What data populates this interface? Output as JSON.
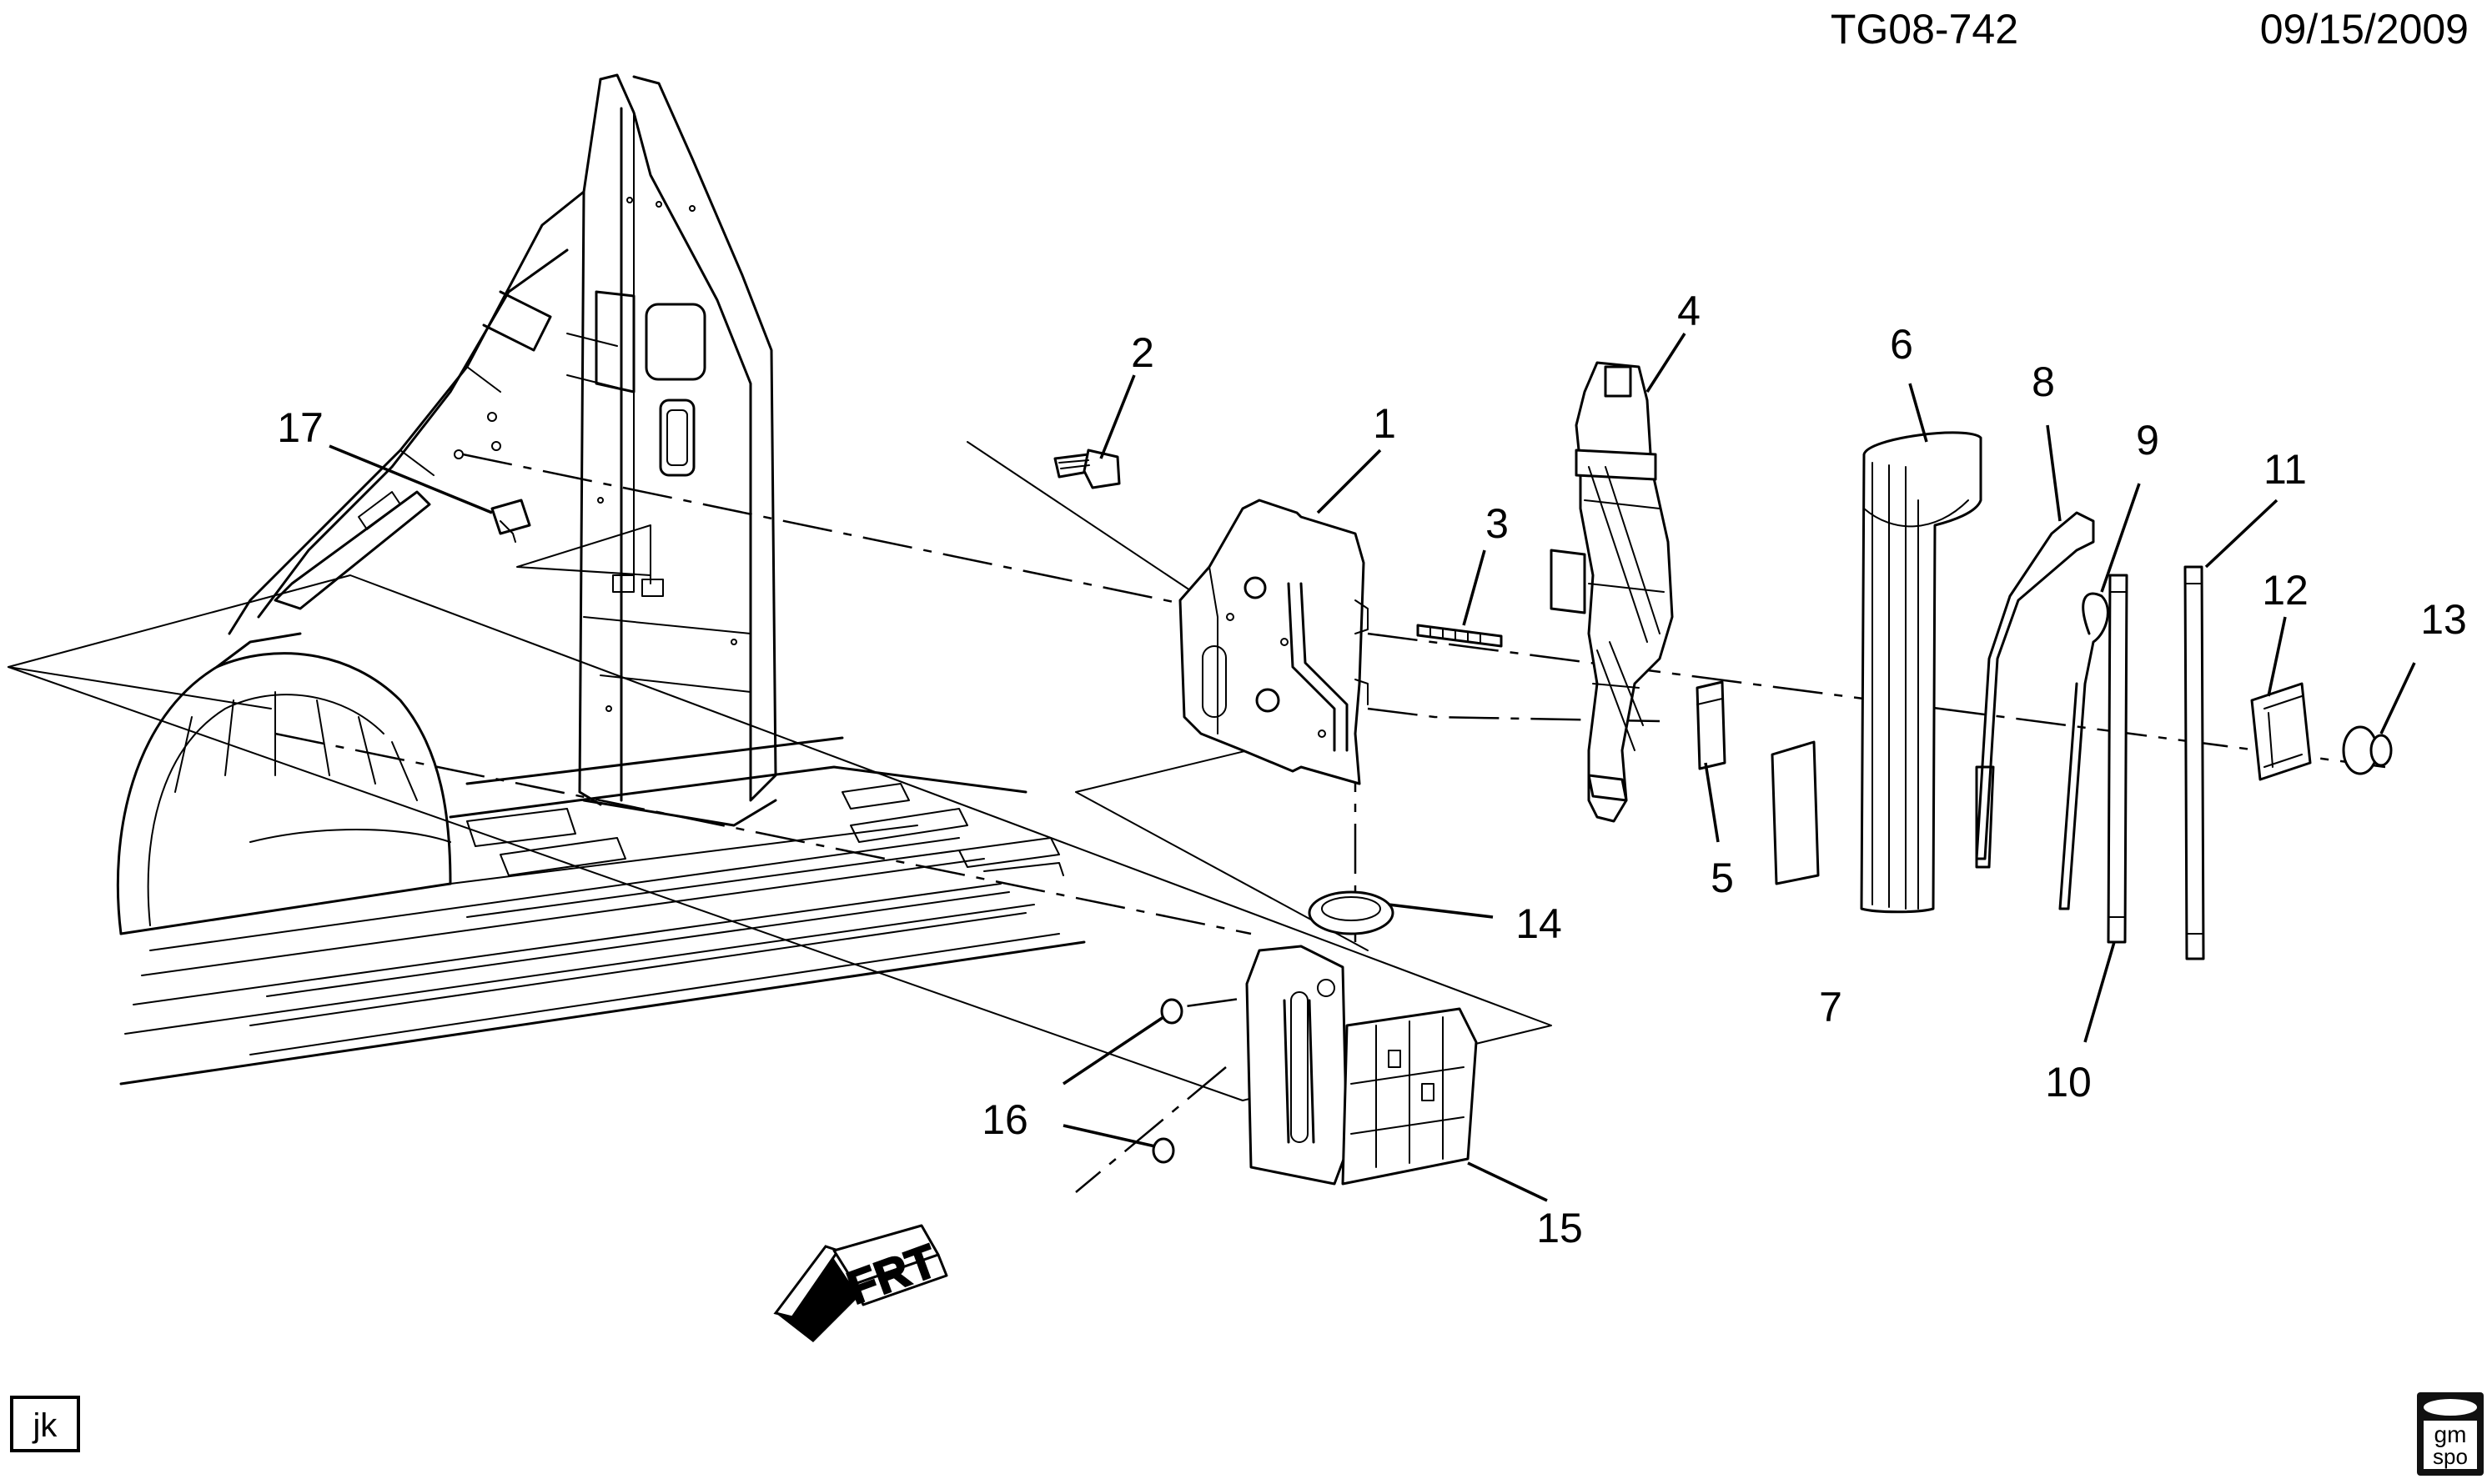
{
  "header": {
    "drawing_id": "TG08-742",
    "date": "09/15/2009"
  },
  "footer": {
    "initials": "jk",
    "logo_text_top": "gm",
    "logo_text_bottom": "spo"
  },
  "direction_arrow": {
    "label": "FRT"
  },
  "callouts": [
    "1",
    "2",
    "3",
    "4",
    "5",
    "6",
    "7",
    "8",
    "9",
    "10",
    "11",
    "12",
    "13",
    "14",
    "15",
    "16",
    "17"
  ]
}
